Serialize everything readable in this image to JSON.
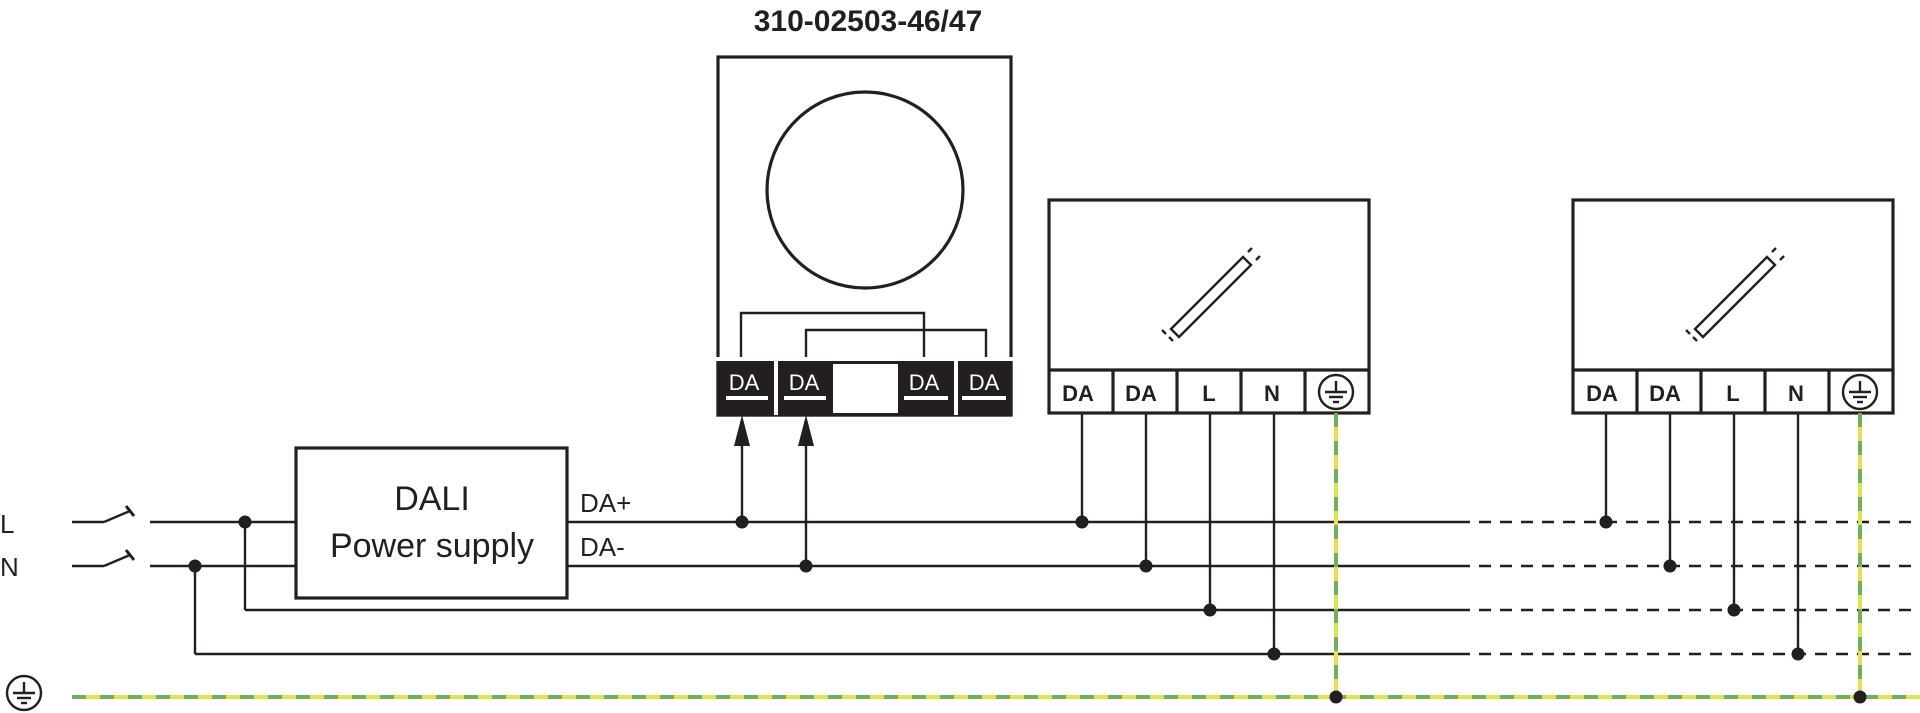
{
  "title": "310-02503-46/47",
  "power_supply": {
    "line1": "DALI",
    "line2": "Power supply"
  },
  "bus_labels": {
    "da_plus": "DA+",
    "da_minus": "DA-"
  },
  "mains_labels": {
    "l": "L",
    "n": "N"
  },
  "sensor_terminals": [
    "DA",
    "DA",
    "DA",
    "DA"
  ],
  "luminaire_terminals": [
    "DA",
    "DA",
    "L",
    "N"
  ],
  "icons": {
    "earth": "protective-earth-icon",
    "lamp": "fluorescent-tube-icon",
    "switch": "switch-icon",
    "sensor": "circular-sensor-icon"
  },
  "colors": {
    "line": "#231f20",
    "earth_yellow": "#e3e44a",
    "earth_green": "#6fb05a",
    "sensor_terminal_bg": "#231f20"
  }
}
